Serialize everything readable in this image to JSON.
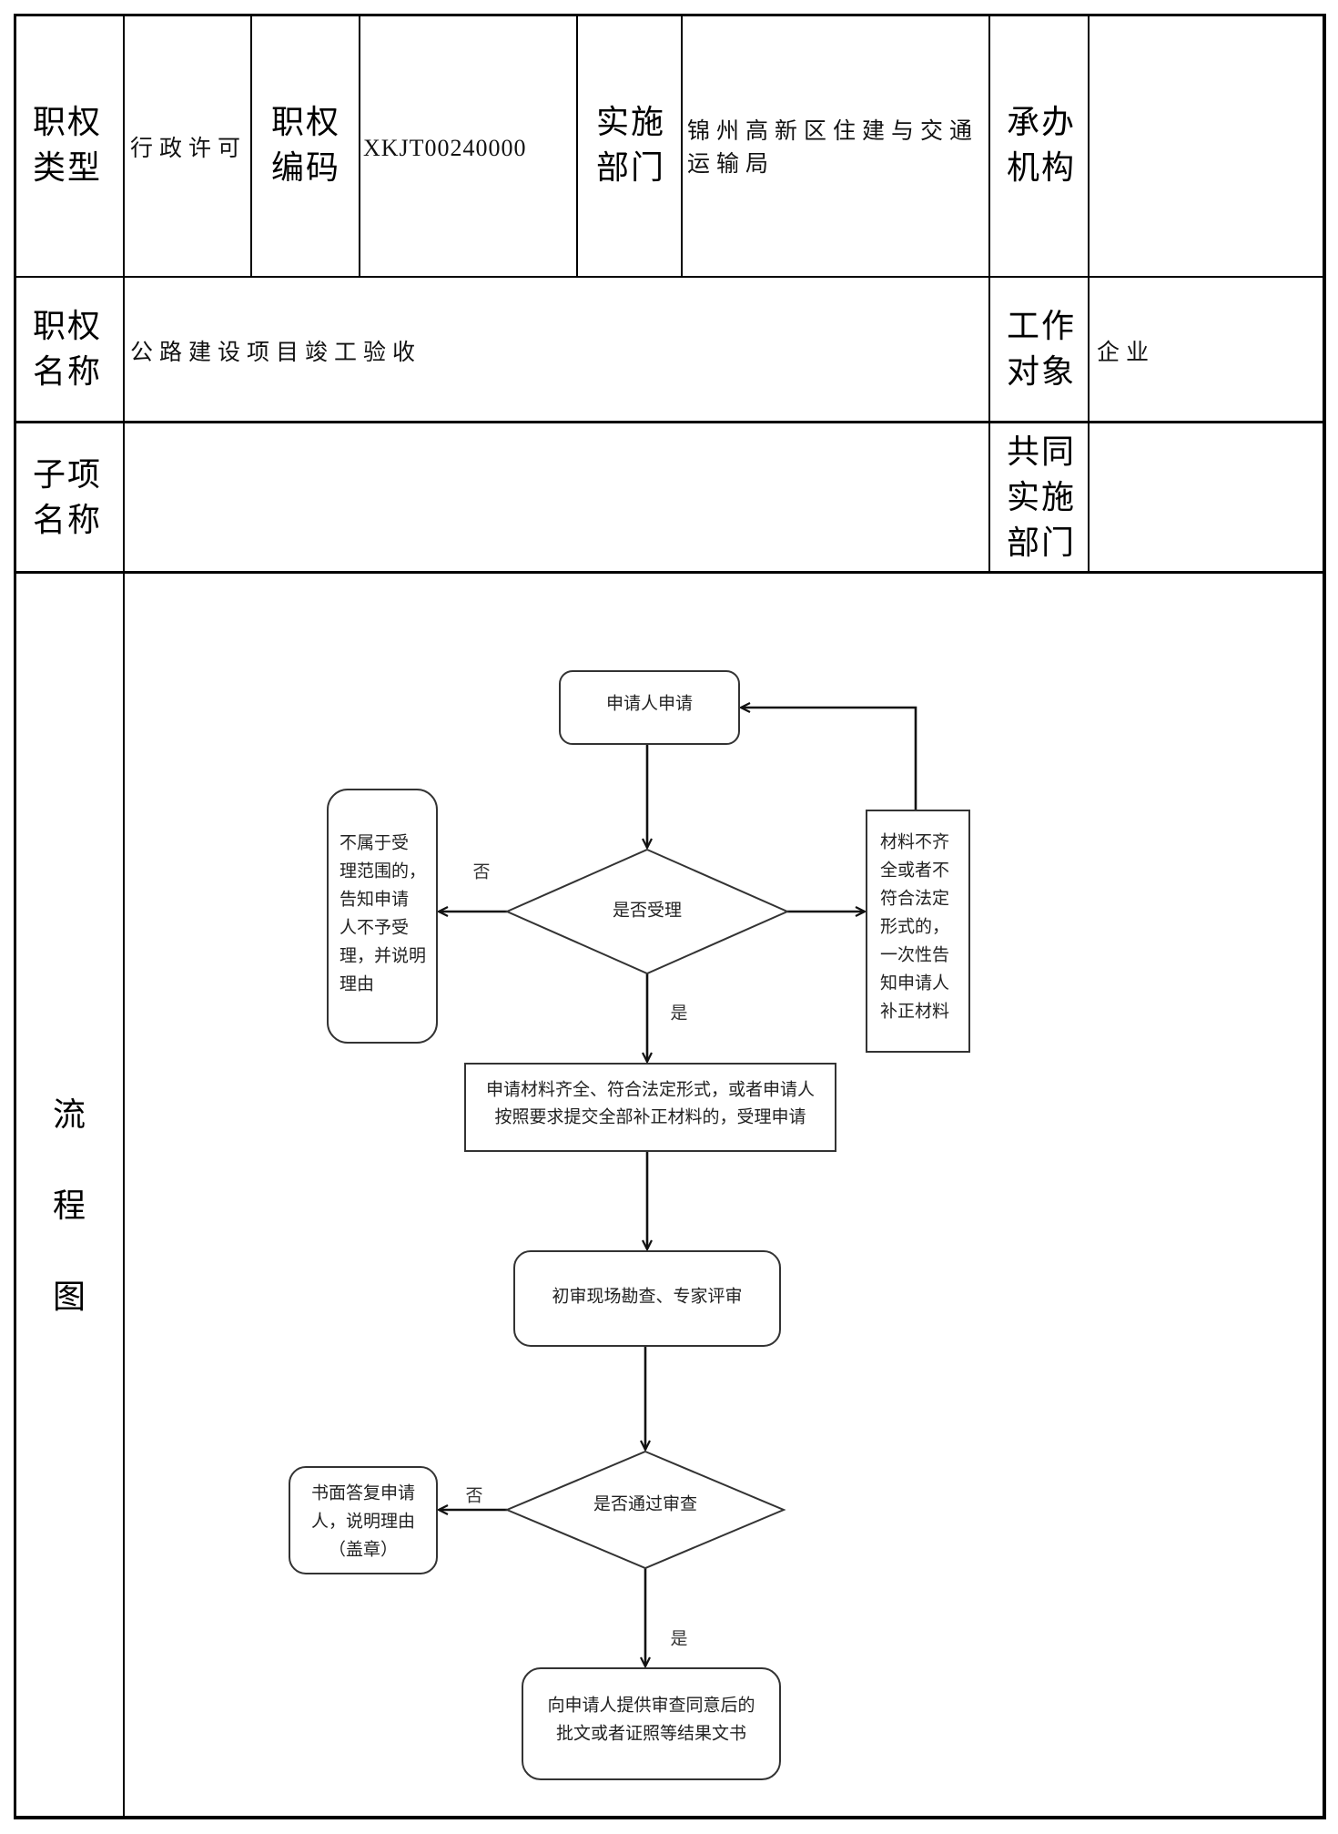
{
  "form": {
    "row1": {
      "type_label": "职权\n类型",
      "type_value": "行政许可",
      "code_label": "职权\n编码",
      "code_value": "XKJT00240000",
      "dept_label": "实施\n部门",
      "dept_value": "锦州高新区住建与交通运输局",
      "org_label": "承办\n机构",
      "org_value": ""
    },
    "row2": {
      "name_label": "职权\n名称",
      "name_value": "公路建设项目竣工验收",
      "target_label": "工作\n对象",
      "target_value": "企业"
    },
    "row3": {
      "sub_label": "子项\n名称",
      "sub_value": "",
      "joint_label": "共同\n实施\n部门",
      "joint_value": ""
    },
    "row4": {
      "flow_label_chars": [
        "流",
        "程",
        "图"
      ]
    }
  },
  "flowchart": {
    "nodes": [
      {
        "id": "apply",
        "shape": "rounded",
        "lines": [
          "申请人申请"
        ]
      },
      {
        "id": "accept_decision",
        "shape": "diamond",
        "lines": [
          "是否受理"
        ]
      },
      {
        "id": "reject_scope",
        "shape": "rounded",
        "lines": [
          "不属于受",
          "理范围的，",
          "告知申请",
          "人不予受",
          "理，并说明",
          "理由"
        ]
      },
      {
        "id": "supplement",
        "shape": "rect",
        "lines": [
          "材料不齐",
          "全或者不",
          "符合法定",
          "形式的，",
          "一次性告",
          "知申请人",
          "补正材料"
        ]
      },
      {
        "id": "accepted",
        "shape": "rect",
        "lines": [
          "申请材料齐全、符合法定形式，或者申请人",
          "按照要求提交全部补正材料的，受理申请"
        ]
      },
      {
        "id": "review",
        "shape": "rounded",
        "lines": [
          "初审现场勘查、专家评审"
        ]
      },
      {
        "id": "pass_decision",
        "shape": "diamond",
        "lines": [
          "是否通过审查"
        ]
      },
      {
        "id": "written_reply",
        "shape": "rounded",
        "lines": [
          "书面答复申请",
          "人，说明理由",
          "（盖章）"
        ]
      },
      {
        "id": "result_doc",
        "shape": "rounded",
        "lines": [
          "向申请人提供审查同意后的",
          "批文或者证照等结果文书"
        ]
      }
    ],
    "edges": [
      {
        "from": "apply",
        "to": "accept_decision",
        "label": ""
      },
      {
        "from": "accept_decision",
        "to": "reject_scope",
        "label": "否"
      },
      {
        "from": "accept_decision",
        "to": "supplement",
        "label": ""
      },
      {
        "from": "supplement",
        "to": "apply",
        "label": ""
      },
      {
        "from": "accept_decision",
        "to": "accepted",
        "label": "是"
      },
      {
        "from": "accepted",
        "to": "review",
        "label": ""
      },
      {
        "from": "review",
        "to": "pass_decision",
        "label": ""
      },
      {
        "from": "pass_decision",
        "to": "written_reply",
        "label": "否"
      },
      {
        "from": "pass_decision",
        "to": "result_doc",
        "label": "是"
      }
    ]
  }
}
